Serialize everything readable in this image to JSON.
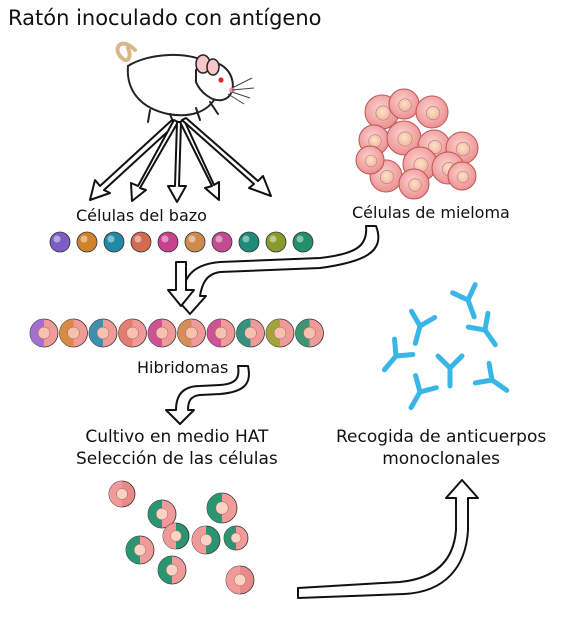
{
  "labels": {
    "title": "Ratón inoculado con antígeno",
    "spleen_cells": "Células del bazo",
    "myeloma_cells": "Células de mieloma",
    "hybridomas": "Hibridomas",
    "hat_line1": "Cultivo en medio HAT",
    "hat_line2": "Selección de las células",
    "recog_line1": "Recogida de anticuerpos",
    "recog_line2": "monoclonales"
  },
  "colors": {
    "arrow_stroke": "#111111",
    "myeloma_fill": "#f4a3a3",
    "myeloma_nucleus": "#f6c7b8",
    "antibody": "#38b6e6",
    "spleen_cell_colors": [
      "#7d5cc4",
      "#d0832b",
      "#2188a8",
      "#d36a52",
      "#c7418f",
      "#cf8b4e",
      "#c44b91",
      "#1d8a7a",
      "#8a9a2a",
      "#23906a"
    ],
    "hybridoma_cell_colors": [
      "#9b6bd1",
      "#d58a38",
      "#2a8fb0",
      "#e07a6a",
      "#c94b95",
      "#d28d52",
      "#c94b95",
      "#22907d",
      "#9aa433",
      "#2a9570"
    ]
  },
  "icons": {
    "mouse": "mouse-icon",
    "antibody": "antibody-icon",
    "arrow": "arrow-icon"
  }
}
